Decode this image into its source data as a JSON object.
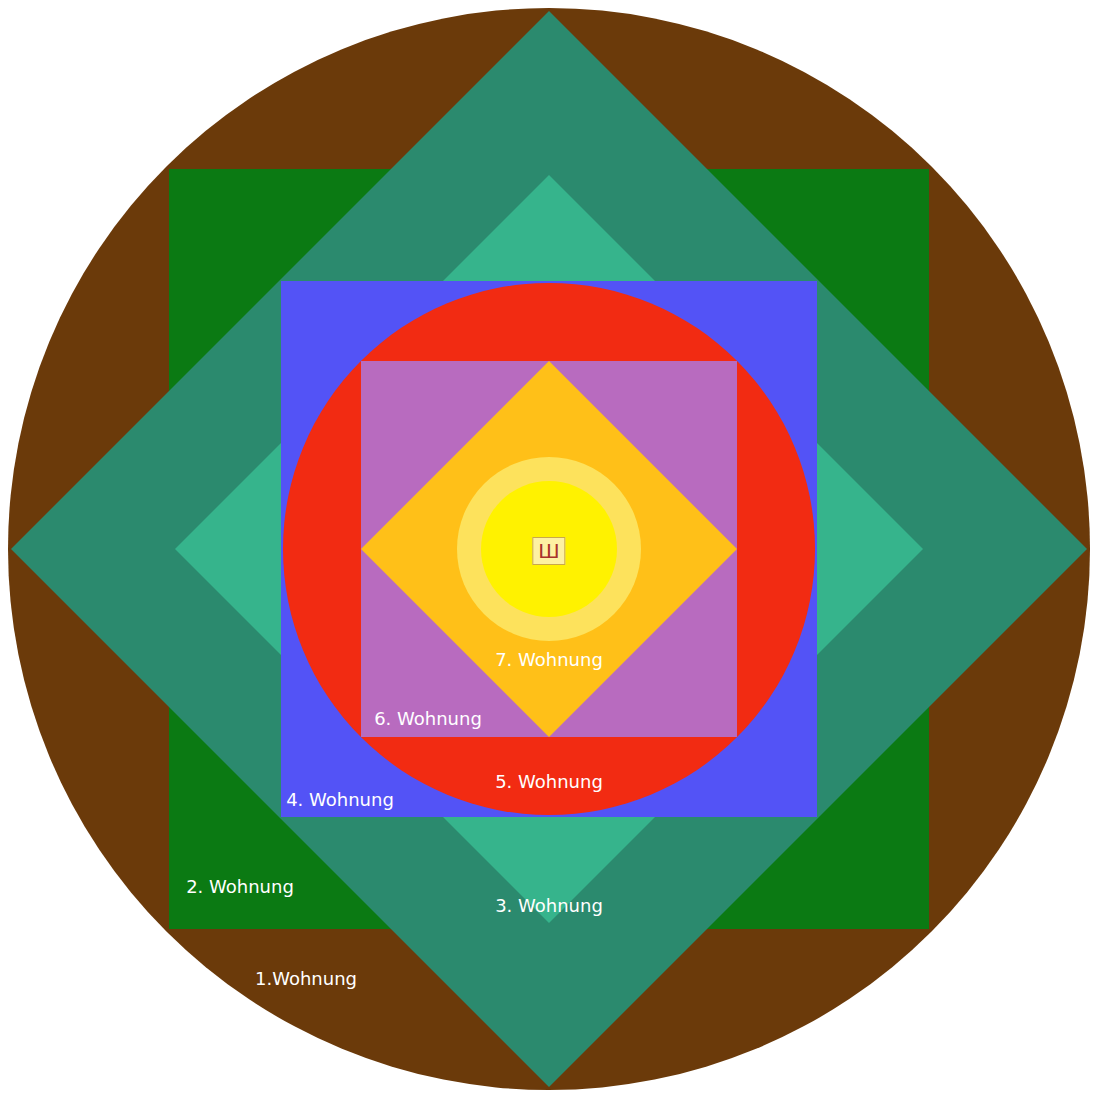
{
  "diagram": {
    "nodes": [
      {
        "text": [
          "1.Wohnung"
        ]
      },
      {
        "text": [
          "2. Wohnung"
        ],
        "in": 0
      },
      {
        "text": [
          "3. Wohnung"
        ],
        "in": 0
      },
      {
        "text": [
          "4. Wohnung"
        ],
        "in": 2
      },
      {
        "text": [
          "5. Wohnung"
        ],
        "in": 3
      },
      {
        "text": [
          "6. Wohnung"
        ],
        "in": 4
      },
      {
        "text": [
          "7. Wohnung"
        ],
        "in": 5
      },
      {
        "text": [
          "Ш"
        ],
        "in": 6
      }
    ]
  }
}
